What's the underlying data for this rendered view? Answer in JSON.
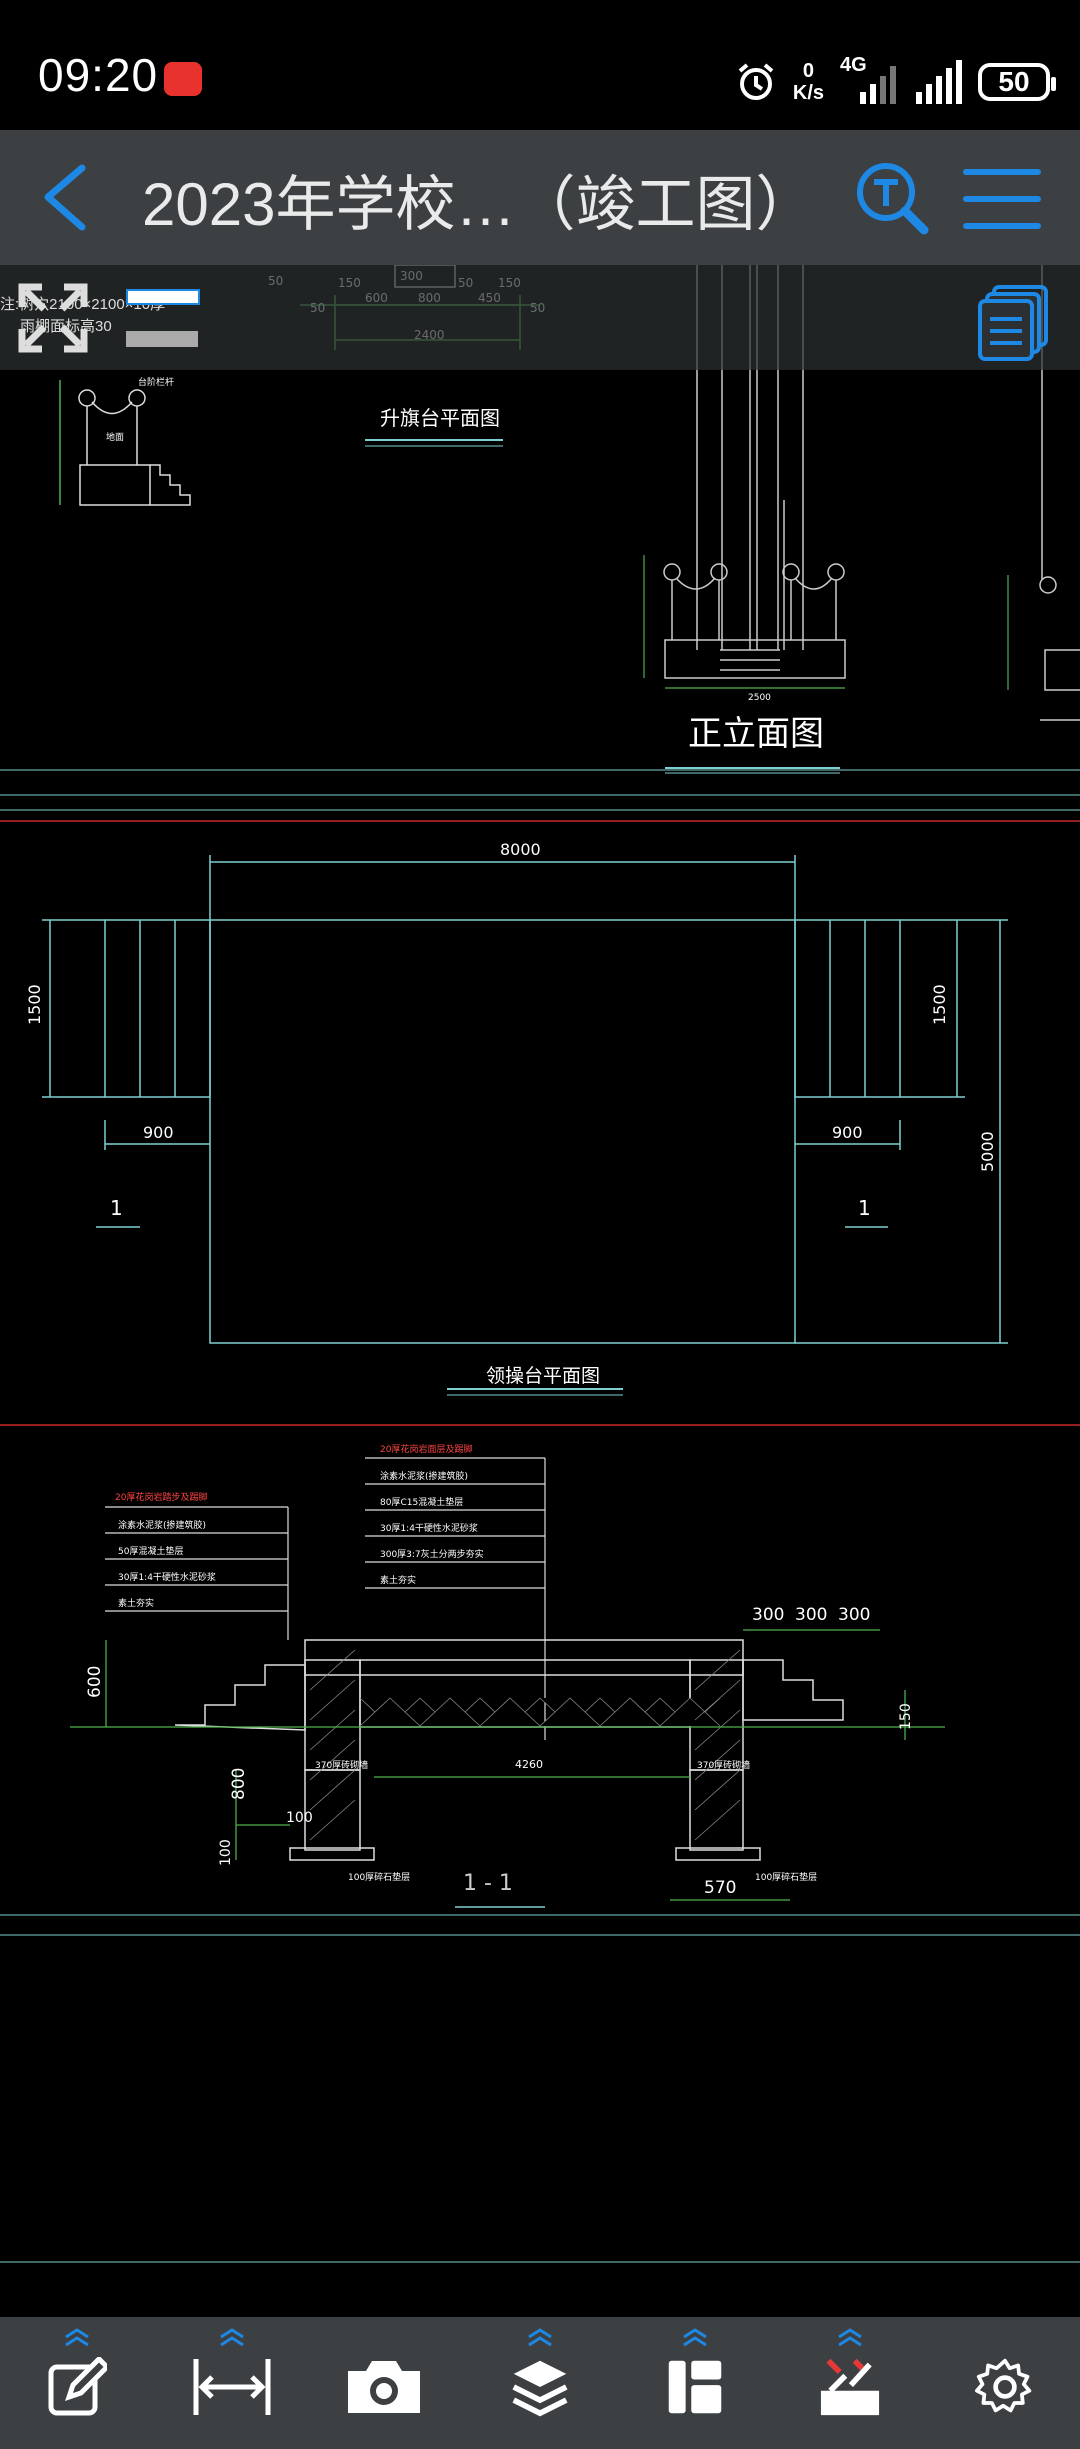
{
  "status_bar": {
    "time": "09:20",
    "net_speed_value": "0",
    "net_speed_unit": "K/s",
    "network_type": "4G",
    "battery": "50"
  },
  "header": {
    "title": "2023年学校…（竣工图）"
  },
  "drawing": {
    "note_line1": "注:树穴2100×2100×10厚",
    "note_line2": "雨棚面标高30",
    "top_dims": [
      "150",
      "600",
      "800",
      "50",
      "150",
      "450",
      "300",
      "50",
      "50",
      "50",
      "2400"
    ],
    "flagpole_plan_title": "升旗台平面图",
    "front_elevation_title": "正立面图",
    "small_labels": [
      "台阶栏杆",
      "地面",
      "2500"
    ],
    "stage_plan": {
      "width": "8000",
      "left_height": "1500",
      "right_height": "1500",
      "left_width": "900",
      "right_width": "900",
      "total_height": "5000",
      "left_section_mark": "1",
      "right_section_mark": "1",
      "title": "领操台平面图"
    },
    "section": {
      "left_notes_title": "20厚花岗岩踏步及踢脚",
      "left_notes": [
        "涂素水泥浆(掺建筑胶)",
        "50厚混凝土垫层",
        "30厚1:4干硬性水泥砂浆",
        "素土夯实"
      ],
      "right_notes_title": "20厚花岗岩面层及踢脚",
      "right_notes": [
        "涂素水泥浆(掺建筑胶)",
        "80厚C15混凝土垫层",
        "30厚1:4干硬性水泥砂浆",
        "300厚3:7灰土分两步夯实",
        "素土夯实"
      ],
      "dims_top": [
        "300",
        "300",
        "300"
      ],
      "dim_600": "600",
      "dim_150": "150",
      "dim_800": "800",
      "dim_100a": "100",
      "dim_100b": "100",
      "dim_4260": "4260",
      "dim_570": "570",
      "wall_left": "370厚砖砌墙",
      "wall_right": "370厚砖砌墙",
      "footing_left": "100厚碎石垫层",
      "footing_right": "100厚碎石垫层",
      "title": "1 - 1"
    }
  },
  "toolbar_icons": [
    "edit-icon",
    "measure-icon",
    "camera-icon",
    "layers-icon",
    "layout-icon",
    "tools-icon",
    "settings-icon"
  ],
  "colors": {
    "header_bg": "#3c4043",
    "accent_blue": "#1e88e5",
    "cad_green": "#4caf50",
    "cad_cyan": "#7ecfd2",
    "cad_red": "#c62828"
  }
}
